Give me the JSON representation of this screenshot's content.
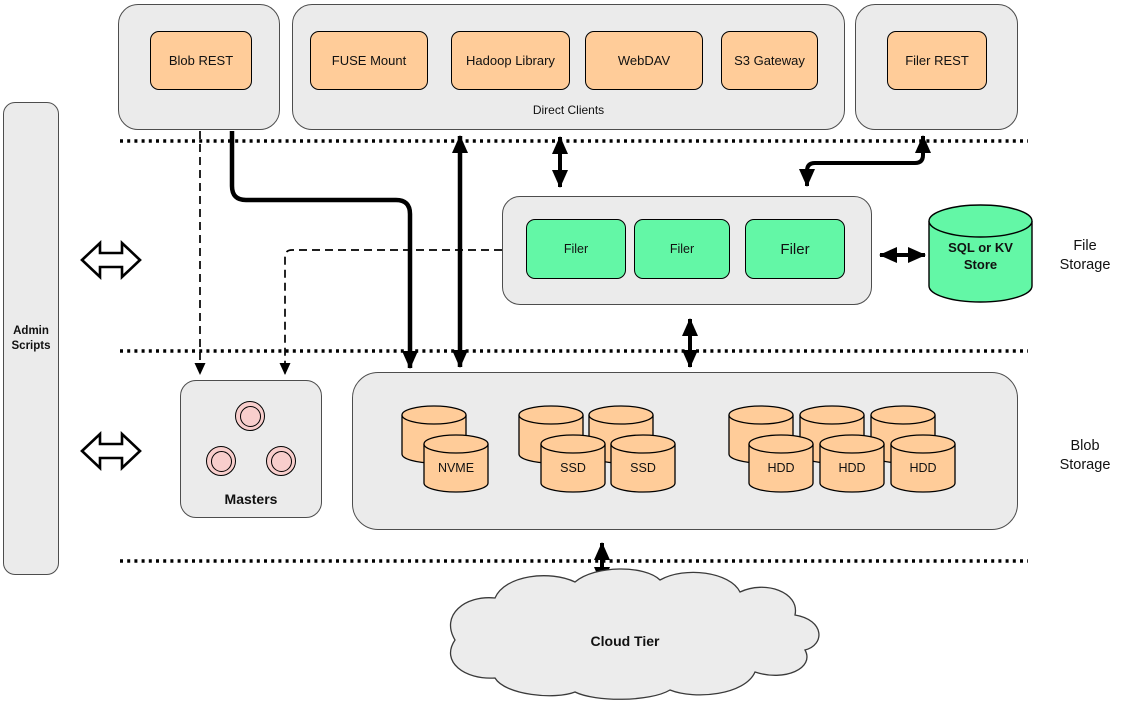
{
  "colors": {
    "container_gray": "#EBEBEB",
    "node_orange": "#FFCC99",
    "node_green": "#63F7A6",
    "masters_pink": "#F8CECC",
    "line_black": "#000000"
  },
  "admin": {
    "label": "Admin Scripts"
  },
  "clients": {
    "blob_rest": "Blob REST",
    "direct": {
      "label": "Direct Clients",
      "items": [
        "FUSE Mount",
        "Hadoop Library",
        "WebDAV",
        "S3 Gateway"
      ]
    },
    "filer_rest": "Filer REST"
  },
  "file_tier": {
    "tier_label": "File Storage",
    "filers": [
      "Filer",
      "Filer",
      "Filer"
    ],
    "store": "SQL or KV Store"
  },
  "blob_tier": {
    "tier_label": "Blob Storage",
    "masters": "Masters",
    "disks": {
      "nvme": "NVME",
      "ssd": [
        "SSD",
        "SSD"
      ],
      "hdd": [
        "HDD",
        "HDD",
        "HDD"
      ]
    }
  },
  "cloud": {
    "label": "Cloud Tier"
  }
}
